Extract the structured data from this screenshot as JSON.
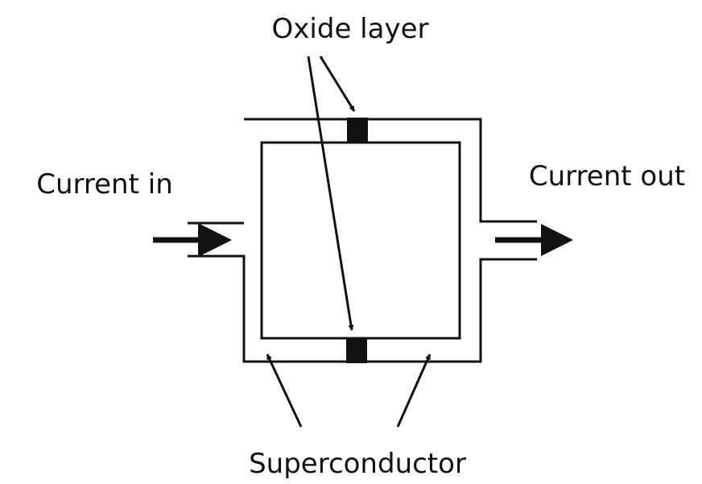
{
  "labels": {
    "oxide_layer": "Oxide layer",
    "current_in": "Current in",
    "current_out": "Current out",
    "superconductor": "Superconductor"
  },
  "colors": {
    "line": "#111111",
    "junction": "#111111",
    "background": "#ffffff"
  }
}
